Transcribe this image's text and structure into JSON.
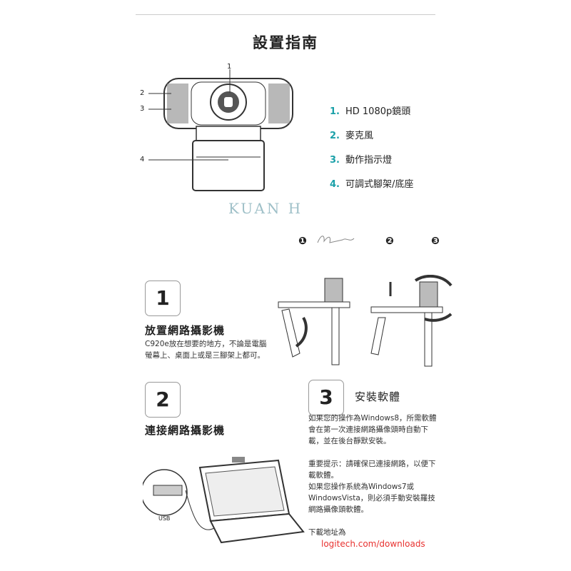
{
  "title": "設置指南",
  "diagram_labels": [
    "1",
    "2",
    "3",
    "4"
  ],
  "parts": [
    {
      "num": "1.",
      "label": "HD 1080p鏡頭"
    },
    {
      "num": "2.",
      "label": "麥克風"
    },
    {
      "num": "3.",
      "label": "動作指示燈"
    },
    {
      "num": "4.",
      "label": "可調式腳架/底座"
    }
  ],
  "watermark": "KUAN H",
  "mount_steps": [
    "❶",
    "❷",
    "❸"
  ],
  "step1": {
    "num": "1",
    "heading": "放置網路攝影機",
    "text": "C920e放在想要的地方，不論是電腦螢幕上、桌面上或是三腳架上都可。"
  },
  "step2": {
    "num": "2",
    "heading": "連接網路攝影機",
    "usb_label": "USB"
  },
  "step3": {
    "num": "3",
    "heading": "安裝軟體",
    "p1": "如果您的操作為Windows8，所需軟體會在第一次連接網路攝像頭時自動下載，並在後台靜默安裝。",
    "p2": "重要提示：請確保已連接網路，以便下載軟體。",
    "p3": "如果您操作系統為Windows7或WindowsVista，則必須手動安裝羅技網路攝像頭軟體。",
    "download_label": "下載地址為",
    "download_link": "logitech.com/downloads"
  }
}
